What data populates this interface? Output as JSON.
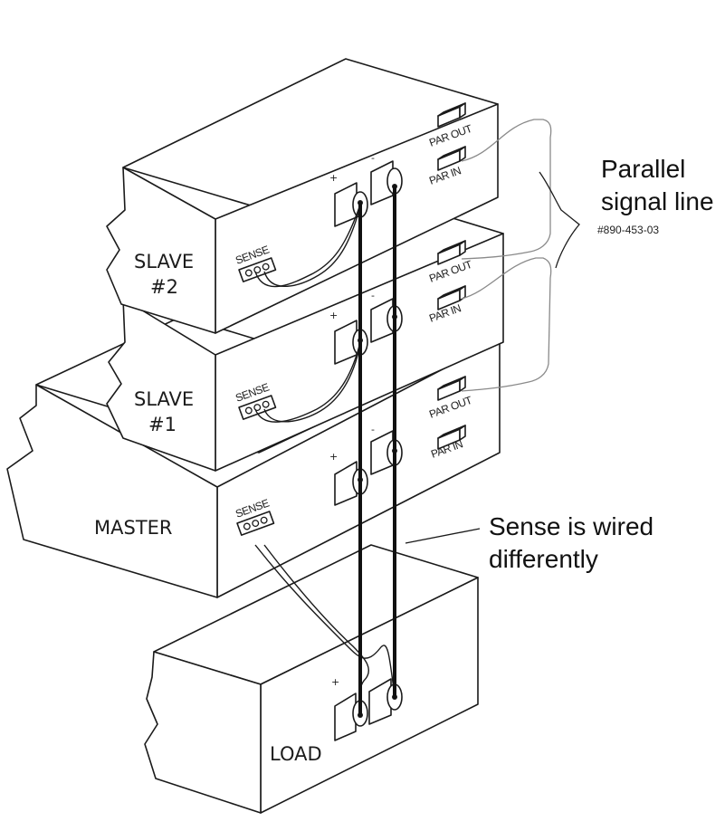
{
  "diagram": {
    "units": {
      "slave2": {
        "name_line1": "SLAVE",
        "name_line2": "#2"
      },
      "slave1": {
        "name_line1": "SLAVE",
        "name_line2": "#1"
      },
      "master": {
        "name": "MASTER"
      },
      "load": {
        "name": "LOAD"
      }
    },
    "connector_labels": {
      "sense": "SENSE",
      "par_out": "PAR OUT",
      "par_in": "PAR IN",
      "plus": "+",
      "minus": "-"
    },
    "callouts": {
      "parallel_line1": "Parallel",
      "parallel_line2": "signal line",
      "part_number": "#890-453-03",
      "sense_line1": "Sense is wired",
      "sense_line2": "differently"
    }
  }
}
